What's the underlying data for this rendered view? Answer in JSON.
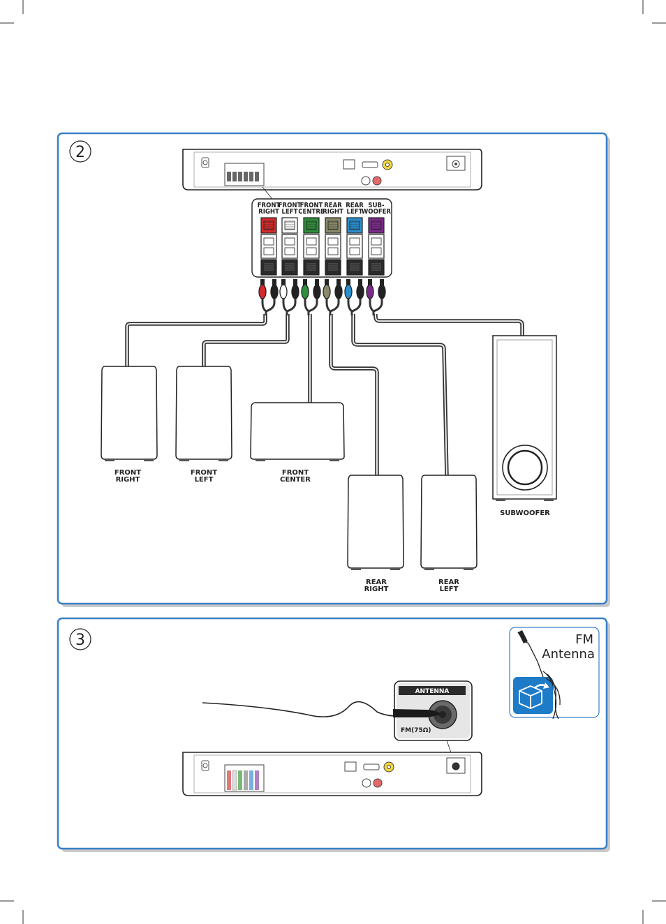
{
  "steps": {
    "speakers": "2",
    "antenna": "3"
  },
  "jack_panel": {
    "labels": [
      {
        "line1": "FRONT",
        "line2": "RIGHT",
        "color": "#d32b2b"
      },
      {
        "line1": "FRONT",
        "line2": "LEFT",
        "color": "#ffffff"
      },
      {
        "line1": "FRONT",
        "line2": "CENTRE",
        "color": "#2f8f3a"
      },
      {
        "line1": "REAR",
        "line2": "RIGHT",
        "color": "#8a8a6a"
      },
      {
        "line1": "REAR",
        "line2": "LEFT",
        "color": "#2a8fd0"
      },
      {
        "line1": "SUB-",
        "line2": "WOOFER",
        "color": "#7b2a8a"
      }
    ]
  },
  "speakers": {
    "front_right": {
      "line1": "FRONT",
      "line2": "RIGHT"
    },
    "front_left": {
      "line1": "FRONT",
      "line2": "LEFT"
    },
    "front_center": {
      "line1": "FRONT",
      "line2": "CENTER"
    },
    "rear_right": {
      "line1": "REAR",
      "line2": "RIGHT"
    },
    "rear_left": {
      "line1": "REAR",
      "line2": "LEFT"
    },
    "subwoofer": {
      "line1": "SUBWOOFER"
    }
  },
  "antenna": {
    "panel_title": "ANTENNA",
    "socket_label": "FM(75Ω)",
    "accessory_line1": "FM",
    "accessory_line2": "Antenna"
  },
  "colors": {
    "panel_border": "#3a7fc6",
    "accessory_box": "#1e7bc8"
  }
}
